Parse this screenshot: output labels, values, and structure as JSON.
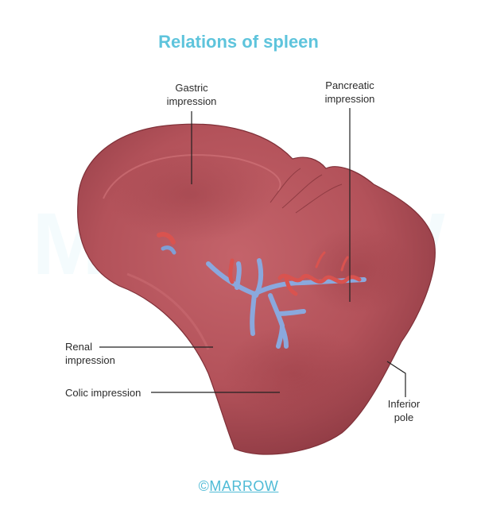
{
  "title": "Relations of spleen",
  "labels": {
    "gastric": [
      "Gastric",
      "impression"
    ],
    "pancreatic": [
      "Pancreatic",
      "impression"
    ],
    "renal": [
      "Renal",
      "impression"
    ],
    "colic": "Colic impression",
    "inferior": [
      "Inferior",
      "pole"
    ]
  },
  "footer": {
    "symbol": "©",
    "brand": "MARROW"
  },
  "watermark": "MARROW",
  "colors": {
    "title": "#5ec4dc",
    "spleen": "#b4555c",
    "artery": "#d9534f",
    "vein": "#7f9fd6"
  }
}
